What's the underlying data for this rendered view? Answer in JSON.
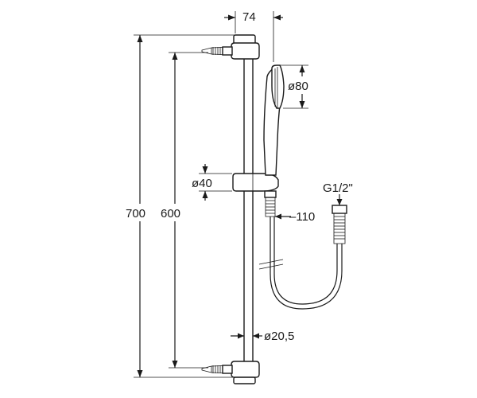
{
  "dimensions": {
    "overall_height": "700",
    "bracket_spacing": "600",
    "bar_width": "74",
    "head_diameter": "ø80",
    "slider_diameter": "ø40",
    "hose_offset": "110",
    "bar_diameter": "ø20,5",
    "thread_base": "G",
    "thread_fraction": "1/2\"",
    "thread_full": "G1/2\""
  },
  "colors": {
    "ink": "#1a1a1a",
    "background": "#ffffff"
  }
}
